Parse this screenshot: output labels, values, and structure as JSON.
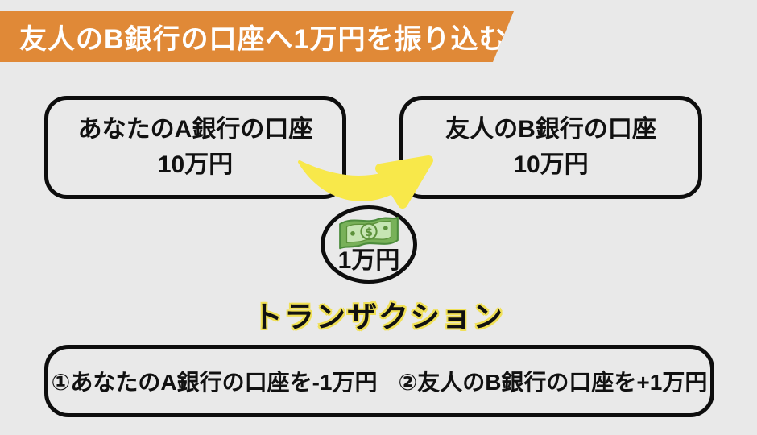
{
  "colors": {
    "background": "#E9E9E9",
    "banner_bg": "#E08937",
    "banner_text": "#FFFFFF",
    "outline_black": "#0D0D0D",
    "arrow_yellow": "#F8E84A",
    "title_outline_yellow": "#F0E055",
    "banknote_green": "#78B159",
    "banknote_light_green": "#C6E5B3",
    "banknote_dark_green": "#5C913B"
  },
  "banner": {
    "title": "友人のB銀行の口座へ1万円を振り込む"
  },
  "diagram": {
    "source_account": {
      "name": "あなたのA銀行の口座",
      "balance": "10万円"
    },
    "destination_account": {
      "name": "友人のB銀行の口座",
      "balance": "10万円"
    },
    "transfer": {
      "amount": "1万円",
      "icon": "dollar-banknote-icon",
      "arrow_icon": "curved-arrow-icon"
    }
  },
  "transaction": {
    "title": "トランザクション",
    "steps": [
      {
        "text": "①あなたのA銀行の口座を-1万円"
      },
      {
        "text": "②友人のB銀行の口座を+1万円"
      }
    ]
  }
}
